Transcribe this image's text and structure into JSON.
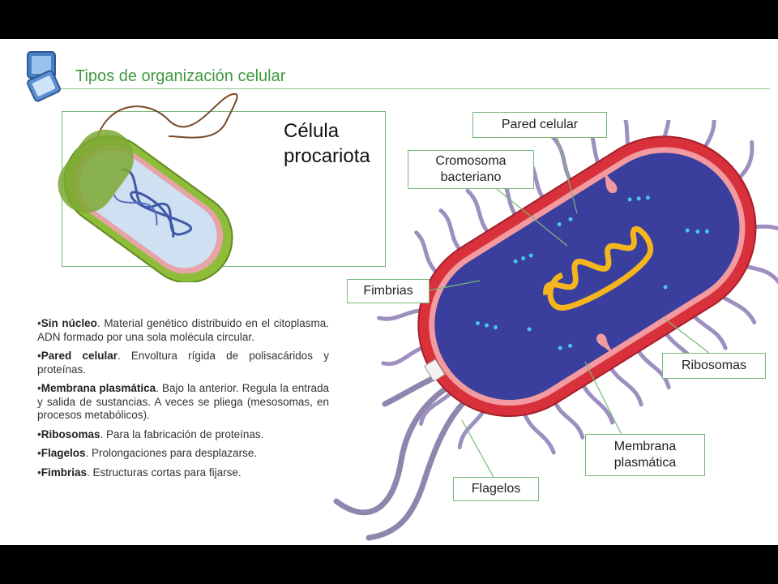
{
  "header": {
    "title": "Tipos de organización celular"
  },
  "cell_title": {
    "line1": "Célula",
    "line2": "procariota"
  },
  "labels": {
    "pared": "Pared celular",
    "cromosoma_1": "Cromosoma",
    "cromosoma_2": "bacteriano",
    "fimbrias": "Fimbrias",
    "ribosomas": "Ribosomas",
    "membrana_1": "Membrana",
    "membrana_2": "plasmática",
    "flagelos": "Flagelos"
  },
  "bullets": [
    {
      "term": "Sin núcleo",
      "text": ". Material genético distribuido en el citoplasma. ADN formado por una sola molécula circular."
    },
    {
      "term": "Pared celular",
      "text": ". Envoltura rígida de polisacáridos y proteínas."
    },
    {
      "term": "Membrana plasmática",
      "text": ". Bajo la anterior. Regula la entrada y salida de sustancias. A veces se pliega (mesosomas, en procesos metabólicos)."
    },
    {
      "term": "Ribosomas",
      "text": ". Para la fabricación de proteínas."
    },
    {
      "term": "Flagelos",
      "text": ". Prolongaciones para desplazarse."
    },
    {
      "term": "Fimbrias",
      "text": ". Estructuras cortas para fijarse."
    }
  ],
  "colors": {
    "accent": "#3f9a3f",
    "border": "#77b877",
    "cytoplasm": "#3a3f9e",
    "membrane": "#e5363f",
    "fimbriae": "#9d8fc0"
  }
}
